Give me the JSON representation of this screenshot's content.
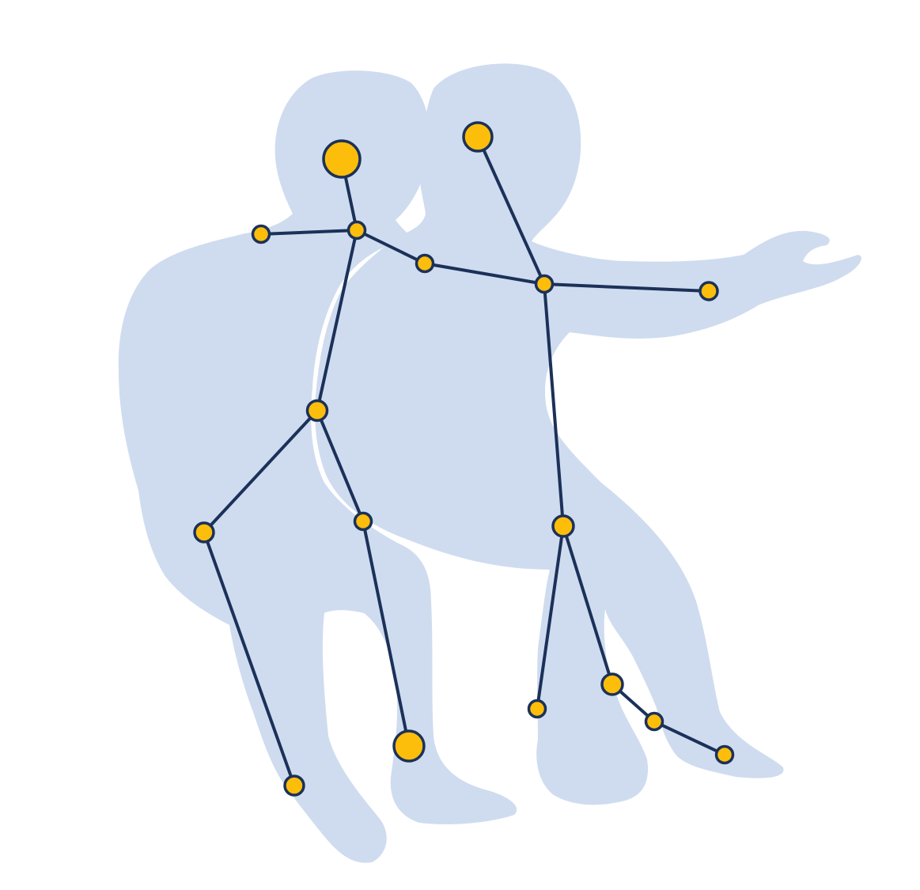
{
  "colors": {
    "background": "#ffffff",
    "silhouette": "#cfdcef",
    "bone": "#1b3159",
    "joint_fill": "#fdbd0b",
    "joint_stroke": "#1b3159"
  },
  "figures": [
    {
      "name": "left-figure",
      "joints": [
        "head",
        "neck",
        "left-shoulder",
        "right-shoulder",
        "right-elbow",
        "pelvis",
        "left-knee",
        "left-foot",
        "right-knee",
        "right-foot"
      ]
    },
    {
      "name": "right-figure",
      "joints": [
        "head",
        "neck",
        "hand",
        "pelvis",
        "left-foot",
        "knee",
        "ankle",
        "toe"
      ]
    }
  ]
}
